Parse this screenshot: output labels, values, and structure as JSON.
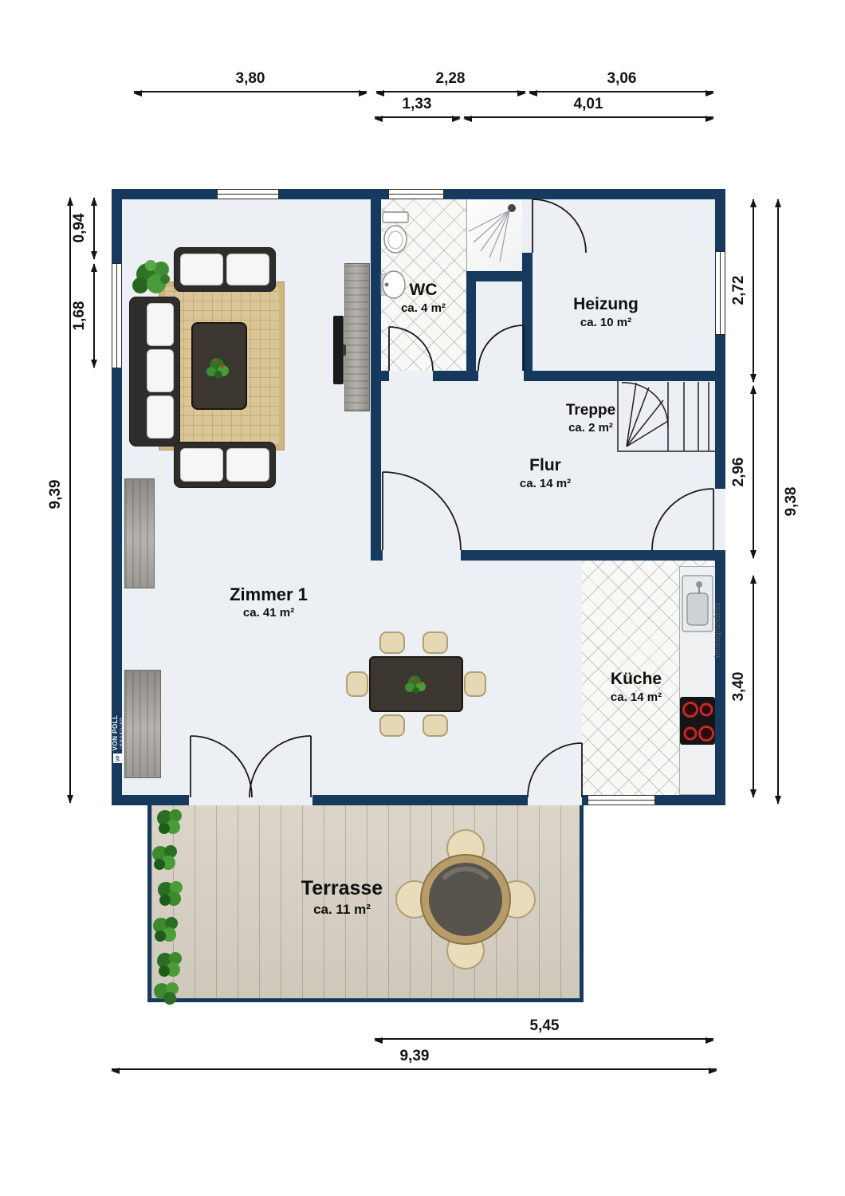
{
  "branding": {
    "watermark": "Immogrundriss",
    "logo": {
      "badge": "VP",
      "line1": "VON POLL",
      "line2": "IMMOBILIEN"
    }
  },
  "rooms": {
    "zimmer1": {
      "name": "Zimmer 1",
      "area": "ca. 41 m²"
    },
    "wc": {
      "name": "WC",
      "area": "ca. 4 m²"
    },
    "heizung": {
      "name": "Heizung",
      "area": "ca. 10 m²"
    },
    "treppe": {
      "name": "Treppe",
      "area": "ca. 2 m²"
    },
    "flur": {
      "name": "Flur",
      "area": "ca. 14 m²"
    },
    "kueche": {
      "name": "Küche",
      "area": "ca. 14 m²"
    },
    "terrasse": {
      "name": "Terrasse",
      "area": "ca. 11 m²"
    }
  },
  "dimensions": {
    "top_row1": [
      {
        "label": "3,80"
      },
      {
        "label": "2,28"
      },
      {
        "label": "3,06"
      }
    ],
    "top_row2": [
      {
        "label": "1,33"
      },
      {
        "label": "4,01"
      }
    ],
    "left": [
      {
        "label": "0,94"
      },
      {
        "label": "1,68"
      },
      {
        "label": "9,39"
      }
    ],
    "right": [
      {
        "label": "2,72"
      },
      {
        "label": "2,96"
      },
      {
        "label": "3,40"
      },
      {
        "label": "9,38"
      }
    ],
    "bottom": [
      {
        "label": "5,45"
      },
      {
        "label": "9,39"
      }
    ]
  },
  "colors": {
    "wall": "#16395e",
    "floor": "#eceff4",
    "terrace_wood": "#d7d0c5",
    "rug": "#d9c596",
    "dimension_line": "#141414"
  }
}
